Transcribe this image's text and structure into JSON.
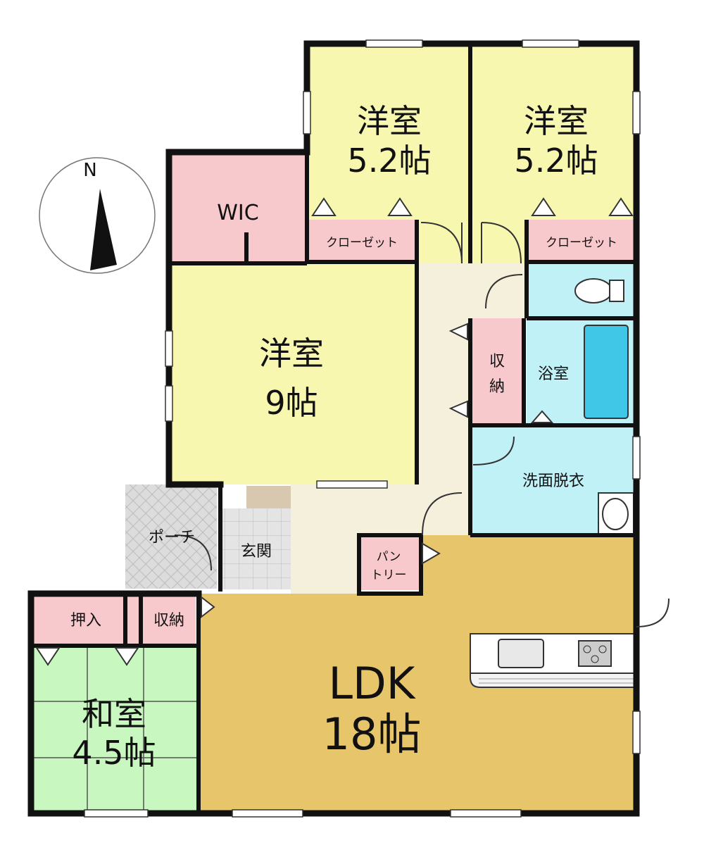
{
  "plan": {
    "compass": {
      "north_label": "N"
    },
    "rooms": {
      "yoshitsu_a": {
        "name": "洋室",
        "size": "5.2帖"
      },
      "yoshitsu_b": {
        "name": "洋室",
        "size": "5.2帖"
      },
      "yoshitsu_c": {
        "name": "洋室",
        "size": "9帖"
      },
      "wic": {
        "name": "WIC"
      },
      "closet_a": {
        "name": "クローゼット"
      },
      "closet_b": {
        "name": "クローゼット"
      },
      "shuno_hall": {
        "name_line1": "収",
        "name_line2": "納"
      },
      "bath": {
        "name": "浴室"
      },
      "washroom": {
        "name": "洗面脱衣"
      },
      "porch": {
        "name": "ポーチ"
      },
      "entrance": {
        "name": "玄関"
      },
      "pantry": {
        "name_line1": "パン",
        "name_line2": "トリー"
      },
      "oshiire": {
        "name": "押入"
      },
      "shuno_ldk": {
        "name": "収納"
      },
      "washitsu": {
        "name": "和室",
        "size": "4.5帖"
      },
      "ldk": {
        "name": "LDK",
        "size": "18帖"
      }
    },
    "colors": {
      "yoshitsu": "#f8f7b0",
      "wic_closet": "#f7c9cc",
      "wet_area": "#bff1f7",
      "hall": "#f5f0dc",
      "ldk": "#e7c56a",
      "washitsu": "#c8f7c0",
      "porch": "#d9d9d9"
    }
  }
}
